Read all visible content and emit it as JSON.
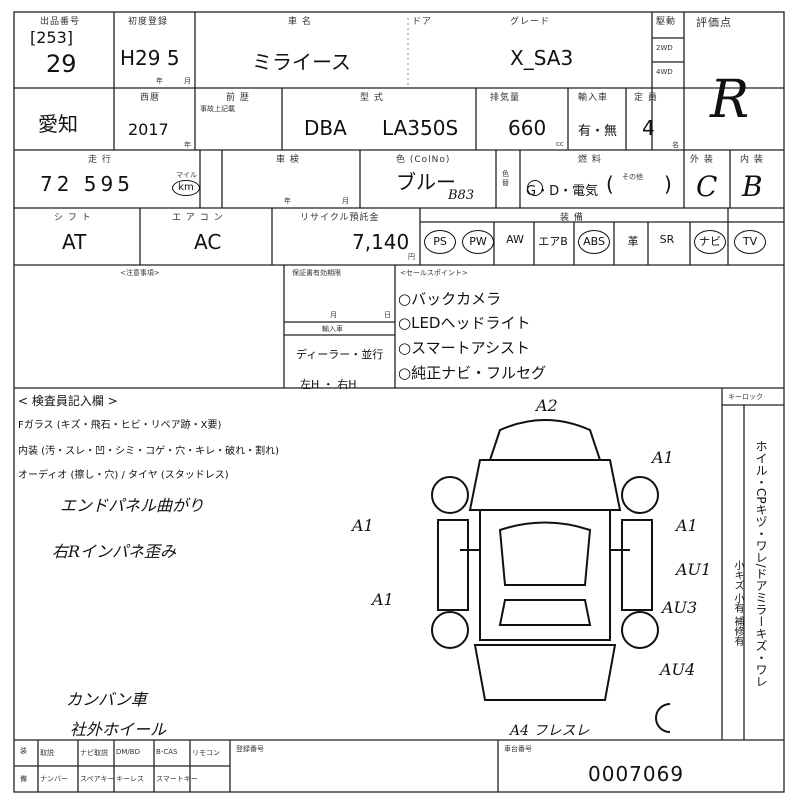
{
  "header": {
    "lot_label": "出品番号",
    "first_reg_label": "初度登録",
    "car_name_label": "車 名",
    "door_label": "ドア",
    "grade_label": "グレード",
    "wd_label": "駆動",
    "score_label": "評価点"
  },
  "row1": {
    "lot_sub": "[253]",
    "lot_no": "29",
    "first_reg": "H29 5",
    "year_unit": "年",
    "month_unit": "月",
    "car_name": "ミライース",
    "grade": "X_SA3",
    "wd2": "2WD",
    "wd4": "4WD",
    "score": "R"
  },
  "row2": {
    "pref": "愛知",
    "year_label": "西暦",
    "year": "2017",
    "year_suffix": "年",
    "history_label": "前 歴",
    "history_sub": "事故上記載",
    "model_label": "型 式",
    "model_prefix": "DBA",
    "model": "LA350S",
    "displacement_label": "排気量",
    "displacement": "660",
    "cc": "cc",
    "ac_label": "輸入車",
    "ac_value": "有・無",
    "capacity_label": "定 員",
    "capacity": "4",
    "capacity_unit": "名"
  },
  "row3": {
    "mileage_label": "走 行",
    "mileage": "72 595",
    "mileage_unit_mile": "マイル",
    "mileage_unit_km": "km",
    "shaken_label": "車 検",
    "shaken_year": "年",
    "shaken_month": "月",
    "color_label": "色 (ColNo)",
    "color": "ブルー",
    "color_no": "B83",
    "color_change": "色替",
    "fuel_label": "燃 料",
    "fuel_options": "G・D・電気",
    "fuel_other": "その他",
    "exterior_label": "外 装",
    "exterior": "C",
    "interior_label": "内 装",
    "interior": "B"
  },
  "row4": {
    "shift_label": "シ フ ト",
    "shift": "AT",
    "aircon_label": "エ ア コ ン",
    "aircon": "AC",
    "recycle_label": "リサイクル預託金",
    "recycle": "7,140",
    "recycle_unit": "円",
    "equipment_label": "装 備",
    "equipment": [
      "PS",
      "PW",
      "AW",
      "エアB",
      "ABS",
      "革",
      "SR",
      "ナビ",
      "TV"
    ],
    "equipment_circled": [
      "PS",
      "PW",
      "ABS",
      "ナビ",
      "TV"
    ]
  },
  "middle": {
    "notes_label": "<注意事項>",
    "warranty_label": "保証書有効期限",
    "month": "月",
    "day": "日",
    "import_label": "輸入車",
    "dealer": "ディーラー・並行",
    "steering": "左H ・ 右H",
    "sales_label": "<セールスポイント>",
    "sales_points": [
      "○バックカメラ",
      "○LEDヘッドライト",
      "○スマートアシスト",
      "○純正ナビ・フルセグ"
    ]
  },
  "inspection": {
    "title": "< 検査員記入欄 >",
    "glass": "Fガラス (キズ・飛石・ヒビ・リペア跡・X要)",
    "interior": "内装 (汚・スレ・凹・シミ・コゲ・穴・キレ・破れ・割れ)",
    "audio": "オーディオ (擦し・穴) / タイヤ (スタッドレス)",
    "handwritten": [
      "エンドパネル曲がり",
      "右Rインパネ歪み",
      "カンバン車",
      "社外ホイール"
    ],
    "keylock_label": "キーロック",
    "side_note": "ホイル・CPキヅ・ワレ/ドアミラーキズ・ワレ",
    "side_note2": "小キズ 小有 補修有"
  },
  "diagram": {
    "marks": [
      "A2",
      "A1",
      "A1",
      "A1",
      "A1",
      "AU1",
      "AU3",
      "AU4"
    ],
    "bottom_note": "A4 フレスレ"
  },
  "footer": {
    "row_label_a": "装",
    "row_label_b": "備",
    "items_top": [
      "取説",
      "ナビ取説",
      "DM/BD",
      "B-CAS",
      "リモコン"
    ],
    "items_bottom": [
      "ナンバー",
      "スペアキー",
      "キーレス",
      "スマートキー"
    ],
    "reg_label": "登録番号",
    "chassis_label": "車台番号",
    "chassis": "0007069"
  }
}
